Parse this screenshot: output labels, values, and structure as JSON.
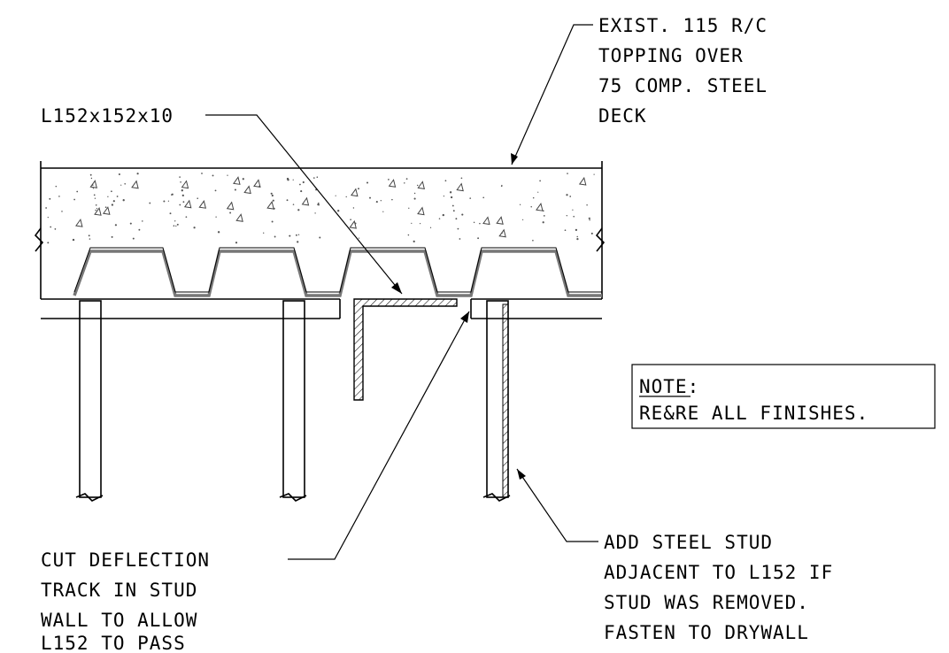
{
  "labels": {
    "topping": [
      "EXIST. 115 R/C",
      "TOPPING OVER",
      "75 COMP. STEEL",
      "DECK"
    ],
    "angle": "L152x152x10",
    "track": [
      "CUT DEFLECTION",
      "TRACK IN STUD",
      "WALL TO ALLOW",
      "L152 TO PASS"
    ],
    "stud": [
      "ADD STEEL STUD",
      "ADJACENT TO L152 IF",
      "STUD WAS REMOVED.",
      "FASTEN TO DRYWALL"
    ]
  },
  "note": {
    "heading": "NOTE:",
    "body": "RE&RE ALL FINISHES."
  }
}
